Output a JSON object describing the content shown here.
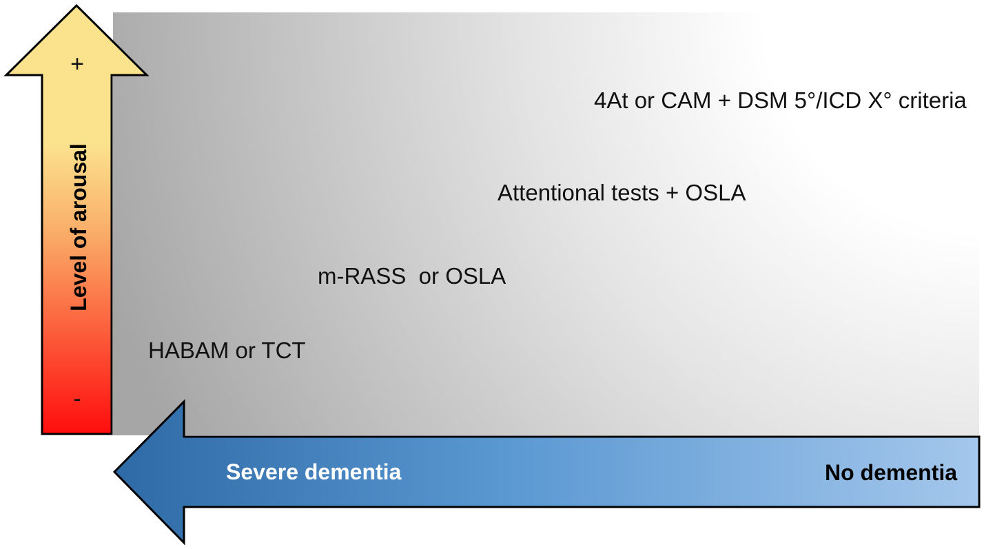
{
  "arousal_axis": {
    "label": "Level of arousal",
    "plus_sign": "+",
    "minus_sign": "-",
    "gradient_top_color": "#fbe38e",
    "gradient_mid_color": "#f9b06a",
    "gradient_bottom_color": "#ff0d0d"
  },
  "dementia_axis": {
    "left_label": "Severe dementia",
    "right_label": "No dementia",
    "gradient_left_color": "#2e6aa6",
    "gradient_right_color": "#a4c7ec"
  },
  "tools": [
    {
      "label": "4At or CAM + DSM 5°/ICD X° criteria"
    },
    {
      "label": "Attentional tests + OSLA"
    },
    {
      "label": "m-RASS  or OSLA"
    },
    {
      "label": "HABAM or TCT"
    }
  ],
  "background": {
    "dark_color": "#a6a6a6",
    "light_color": "#ffffff"
  }
}
